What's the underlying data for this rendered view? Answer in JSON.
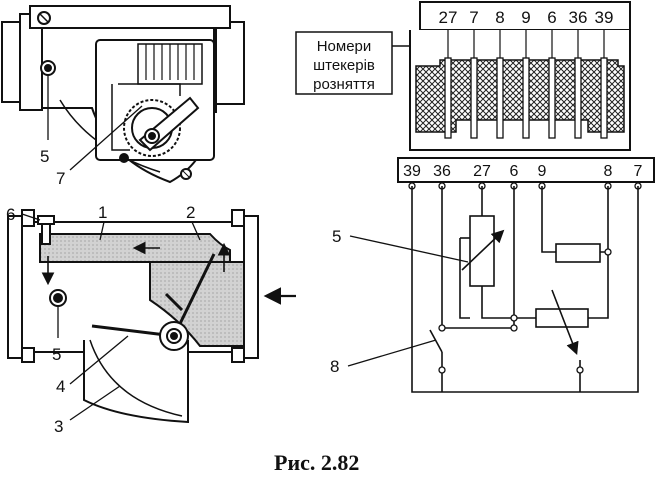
{
  "caption": "Рис. 2.82",
  "connector": {
    "caption_lines": [
      "Номери",
      "штекерів",
      "розняття"
    ],
    "top_pins": [
      "27",
      "7",
      "8",
      "9",
      "6",
      "36",
      "39"
    ],
    "bottom_terminals": [
      "39",
      "36",
      "27",
      "6",
      "9",
      "8",
      "7"
    ]
  },
  "meter_top_labels": [
    "5",
    "7"
  ],
  "meter_section_labels": [
    "1",
    "2",
    "3",
    "4",
    "5",
    "6"
  ],
  "schematic_labels": [
    "5",
    "8"
  ]
}
